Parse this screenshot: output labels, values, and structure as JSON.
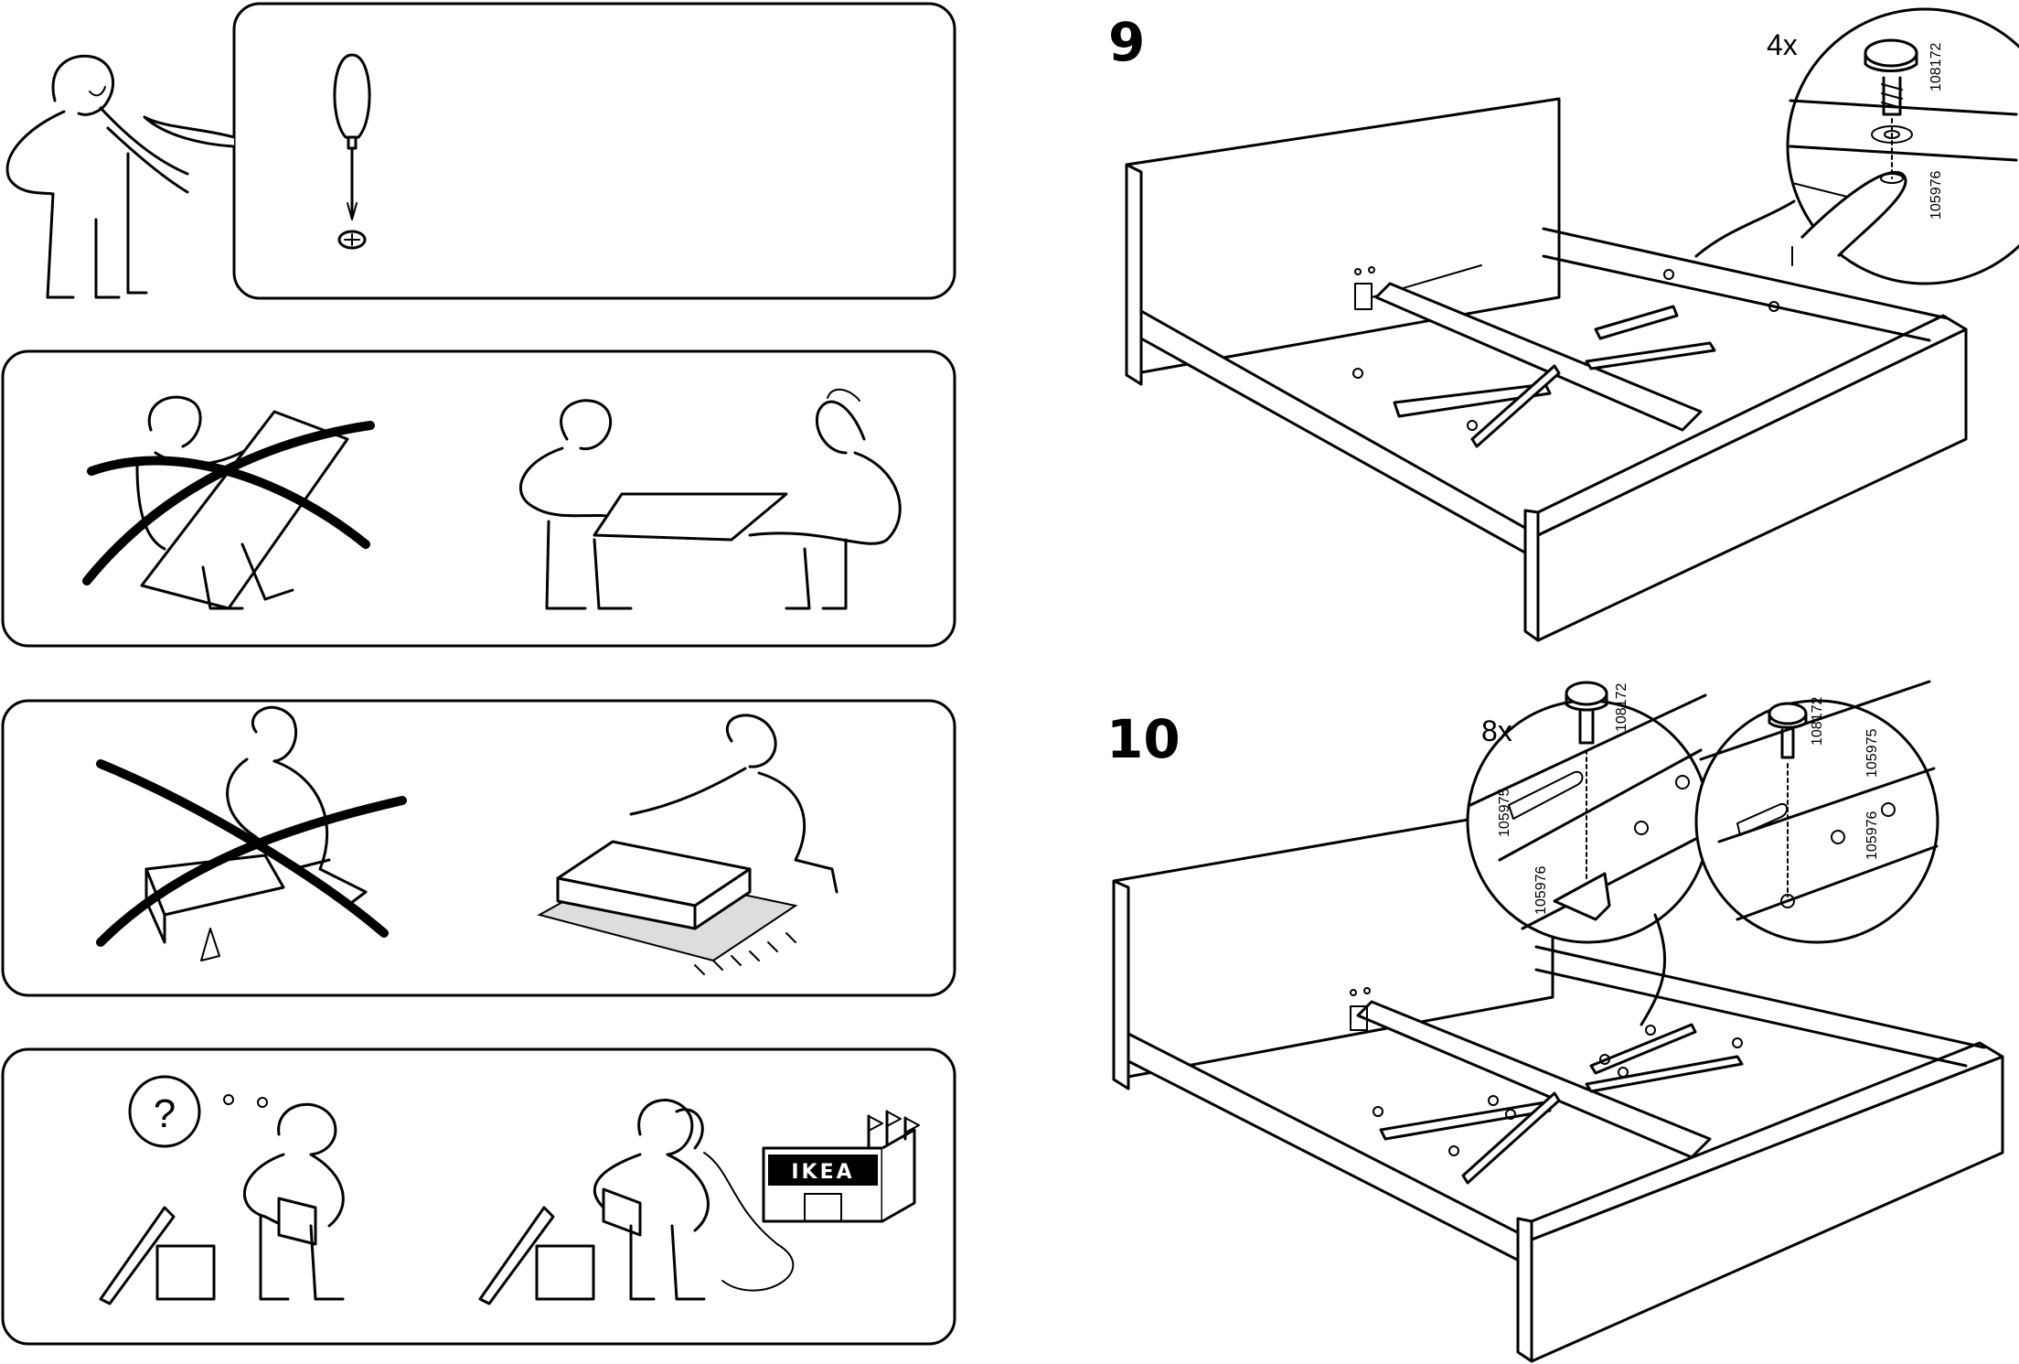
{
  "steps": [
    {
      "number": "9",
      "quantity": "4x",
      "parts": [
        "108172",
        "105976"
      ]
    },
    {
      "number": "10",
      "quantity": "8x",
      "parts": [
        "108172",
        "105975",
        "105976",
        "108172",
        "105975",
        "105976"
      ]
    }
  ],
  "help_panel": {
    "store_logo": "IKEA",
    "question_mark": "?"
  },
  "tools": {
    "screwdriver": "phillips-screwdriver-icon"
  }
}
